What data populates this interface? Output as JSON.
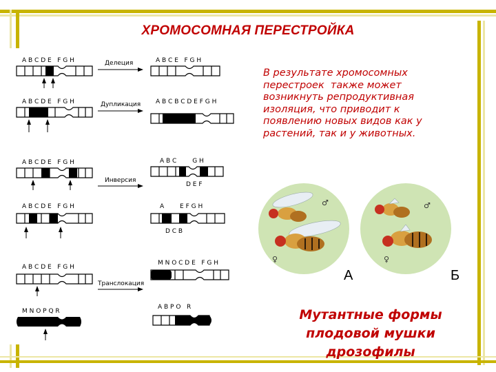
{
  "slide": {
    "title": "ХРОМОСОМНАЯ ПЕРЕСТРОЙКА",
    "body_lines": [
      "В результате хромосомных",
      "перестроек  также может",
      "возникнуть репродуктивная",
      "изоляция, что приводит к",
      "появлению новых видов как у",
      "растений, так и у животных."
    ],
    "caption_lines": [
      "Мутантные формы",
      "плодовой мушки",
      "дрозофилы"
    ],
    "colors": {
      "accent": "#c00000",
      "frame": "#c8b400",
      "frame_light": "#ece6a4"
    }
  },
  "diagram": {
    "labels": {
      "deletion": "Делеция",
      "duplication": "Дупликация",
      "inversion": "Инверсия",
      "translocation": "Транслокация"
    },
    "letters": {
      "r1_before": "A B C D E   F G H",
      "r1_after": "A B C E   F G H",
      "r2_before": "A B C D E   F G H",
      "r2_after": "A B C B C D E F G H",
      "r3_before": "A B C D E   F G H",
      "r3_after_top": "A B C        G H",
      "r3_after_bottom": "D E F",
      "r4_before": "A B C D E   F G H",
      "r4_after_top": "A        E F G H",
      "r4_after_bottom": "D C B",
      "r5_before": "A B C D E   F G H",
      "r5_after": "M N O C D E   F G H",
      "r6_before": "M N O P Q R",
      "r6_after": "A B P O   R"
    }
  },
  "flies": {
    "label_a": "А",
    "label_b": "Б",
    "male_symbol": "♂",
    "female_symbol": "♀"
  }
}
